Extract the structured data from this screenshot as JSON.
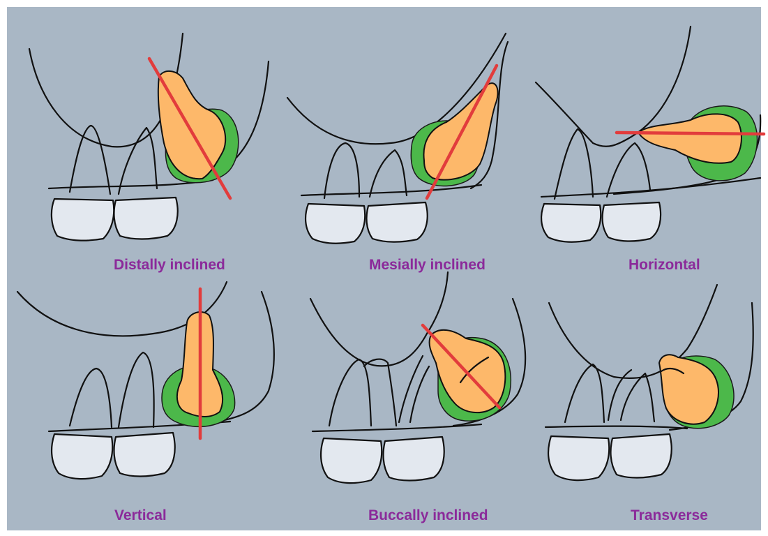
{
  "colors": {
    "background": "#a9b7c5",
    "frame": "#ffffff",
    "label": "#8b2a9a",
    "tooth_crown": "#fdb86a",
    "follicle": "#4cb84a",
    "axis_line": "#e23c3c",
    "adjacent_crowns": "#e3e8ef"
  },
  "panels": [
    {
      "label": "Distally inclined"
    },
    {
      "label": "Mesially inclined"
    },
    {
      "label": "Horizontal"
    },
    {
      "label": "Vertical"
    },
    {
      "label": "Buccally inclined"
    },
    {
      "label": "Transverse"
    }
  ]
}
